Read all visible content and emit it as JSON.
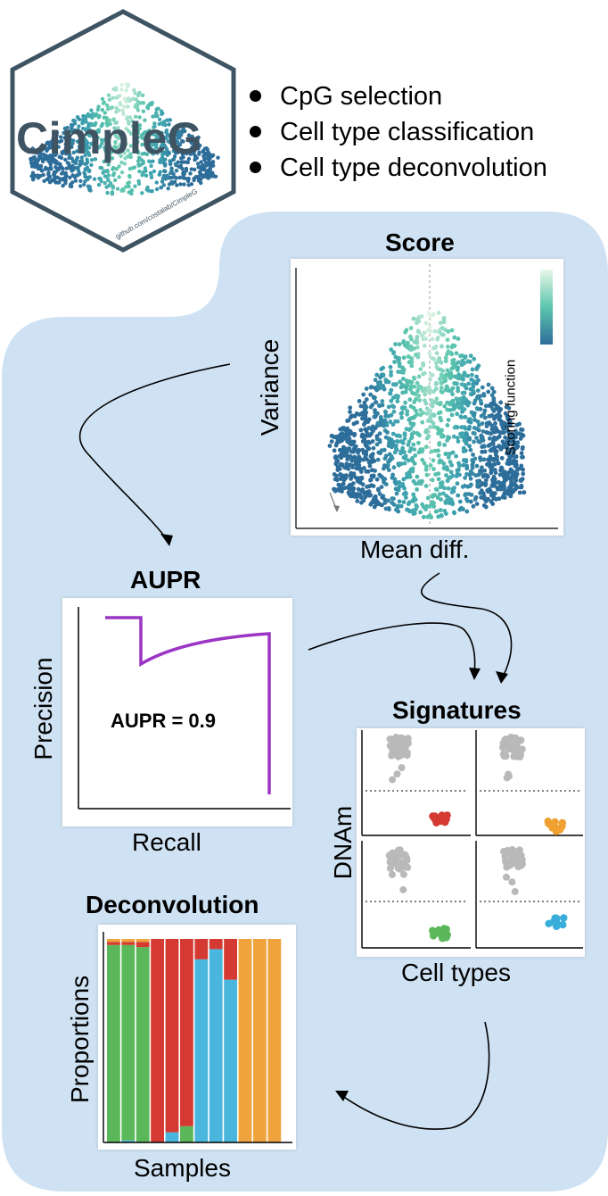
{
  "logo": {
    "text": "CimpleG",
    "url_text": "github.com/costalab/CimpleG"
  },
  "features": [
    "CpG selection",
    "Cell type classification",
    "Cell type deconvolution"
  ],
  "score_panel": {
    "title": "Score",
    "x_label": "Mean diff.",
    "y_label": "Variance",
    "colorbar_label": "Scoring function"
  },
  "aupr_panel": {
    "title": "AUPR",
    "x_label": "Recall",
    "y_label": "Precision",
    "annotation": "AUPR = 0.9",
    "curve_color": "#9b35c4"
  },
  "signatures_panel": {
    "title": "Signatures",
    "x_label": "Cell types",
    "y_label": "DNAm",
    "colors": [
      "#d43a32",
      "#f0a030",
      "#5bb85a",
      "#3aaedb"
    ]
  },
  "deconvolution_panel": {
    "title": "Deconvolution",
    "x_label": "Samples",
    "y_label": "Proportions",
    "colors": {
      "green": "#5bb85a",
      "red": "#d43a32",
      "blue": "#4bb6dd",
      "orange": "#f0a33c"
    }
  },
  "colors": {
    "background_blob": "#cfe2f3",
    "logo_hex": "#3f5462",
    "logo_text": "#3f5462"
  }
}
